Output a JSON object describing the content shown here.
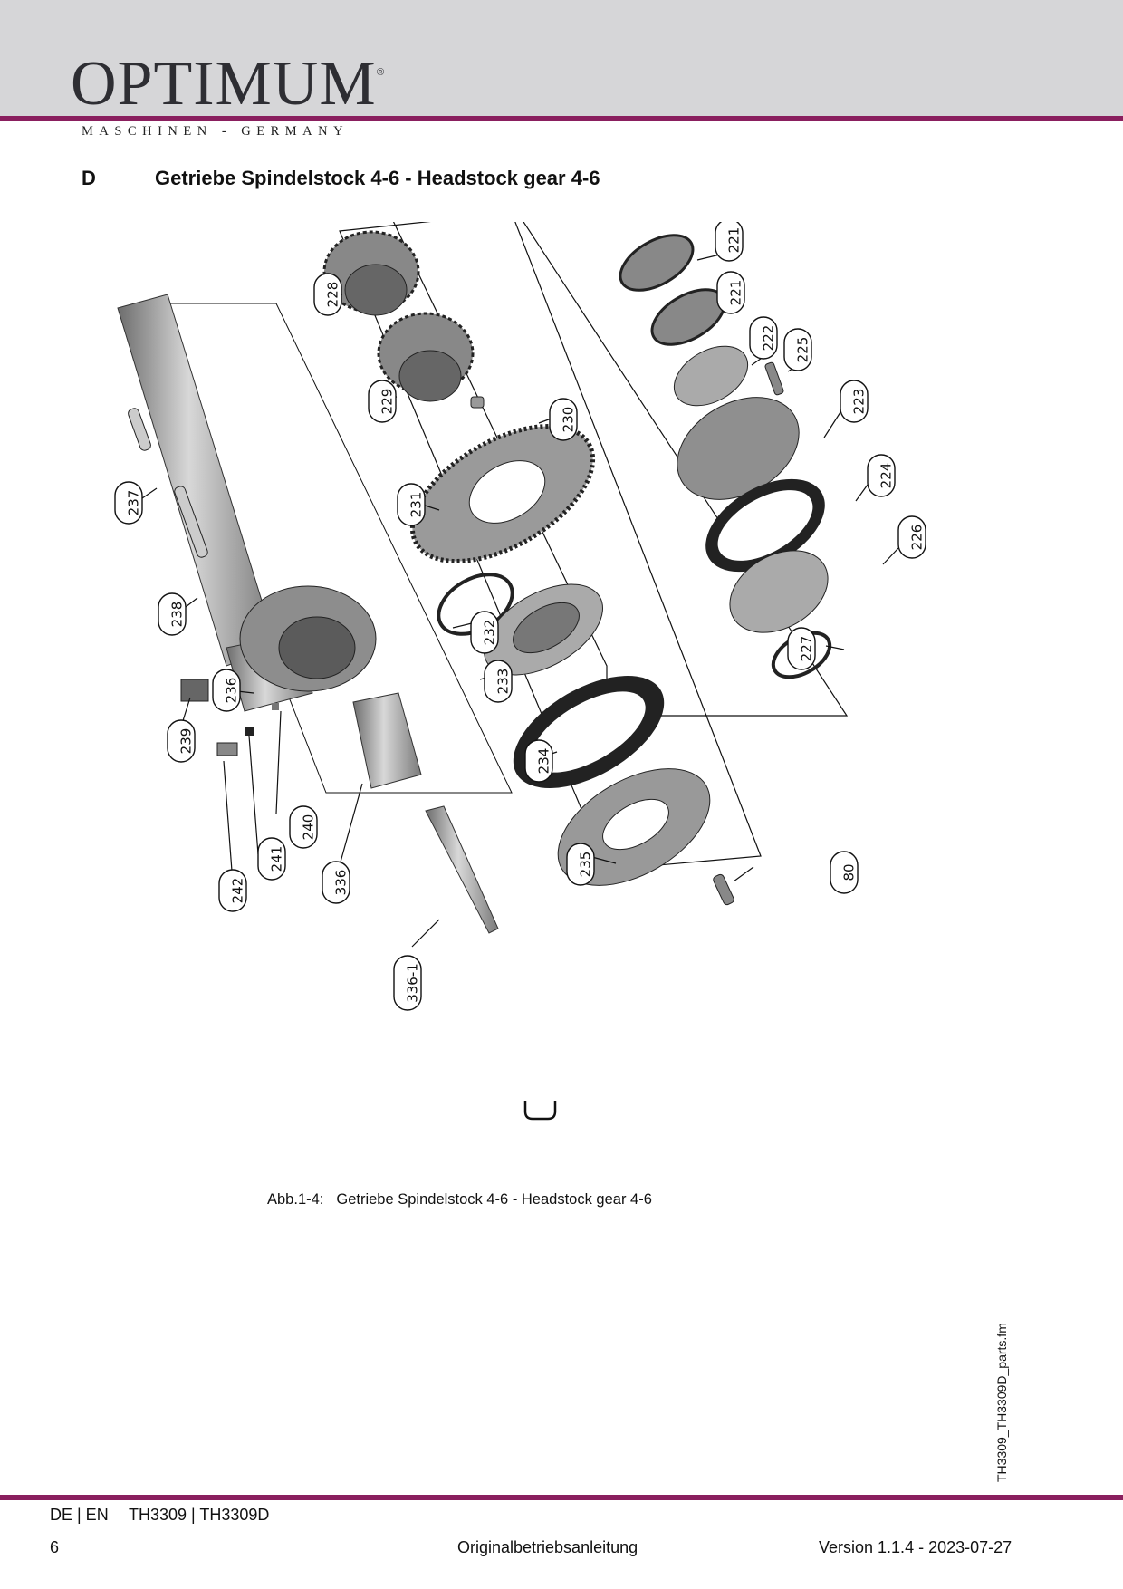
{
  "header": {
    "logo_word": "OPTIMUM",
    "logo_reg": "®",
    "logo_sub": "MASCHINEN - GERMANY"
  },
  "section": {
    "letter": "D",
    "title": "Getriebe Spindelstock 4-6  - Headstock gear 4-6"
  },
  "figure": {
    "callouts": [
      "221",
      "221",
      "222",
      "225",
      "223",
      "224",
      "226",
      "227",
      "228",
      "229",
      "230",
      "231",
      "232",
      "233",
      "234",
      "235",
      "80",
      "236",
      "237",
      "238",
      "239",
      "240",
      "241",
      "242",
      "336",
      "336-1"
    ]
  },
  "caption": {
    "label": "Abb.1-4:",
    "text": "Getriebe Spindelstock 4-6 - Headstock gear 4-6"
  },
  "side_filename": "TH3309_TH3309D_parts.fm",
  "footer": {
    "lang": "DE | EN",
    "model": "TH3309 | TH3309D",
    "page": "6",
    "doc": "Originalbetriebsanleitung",
    "version": "Version 1.1.4 - 2023-07-27"
  },
  "colors": {
    "accent": "#8a1f5e",
    "header_band": "#d6d6d8"
  }
}
